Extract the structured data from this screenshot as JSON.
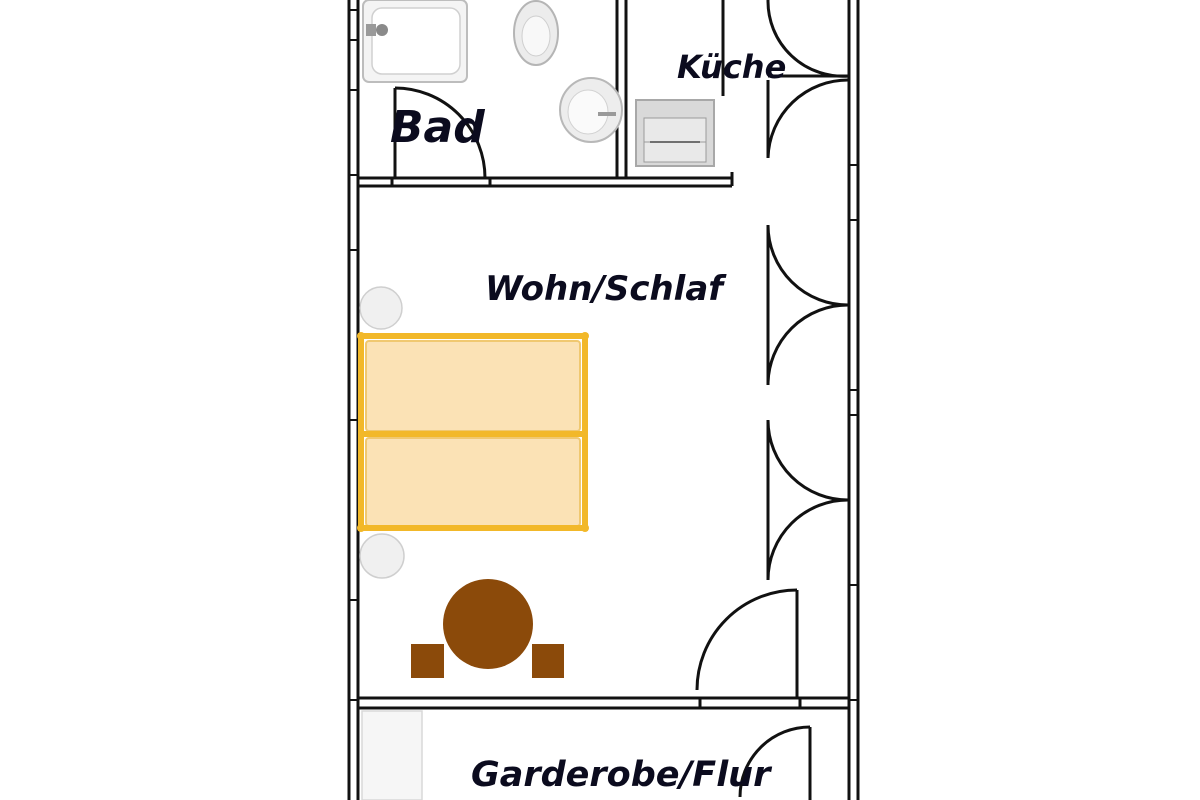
{
  "floorplan": {
    "rooms": {
      "bath": {
        "label": "Bad"
      },
      "kitchen": {
        "label": "Küche"
      },
      "living_sleeping": {
        "label": "Wohn/Schlaf"
      },
      "hallway": {
        "label": "Garderobe/Flur"
      }
    },
    "furniture": [
      "double-bed",
      "nightstand",
      "nightstand",
      "round-table",
      "chair",
      "chair",
      "washbasin",
      "toilet",
      "bathroom-sink",
      "stove",
      "wardrobe"
    ],
    "colors": {
      "wall": "#111111",
      "bed_frame": "#f2b829",
      "bed_mattress": "#fbe2b5",
      "table": "#8b4a0a",
      "chair": "#8b4a0a",
      "fixture": "#e6e6e6",
      "label": "#0b0b1e"
    }
  }
}
